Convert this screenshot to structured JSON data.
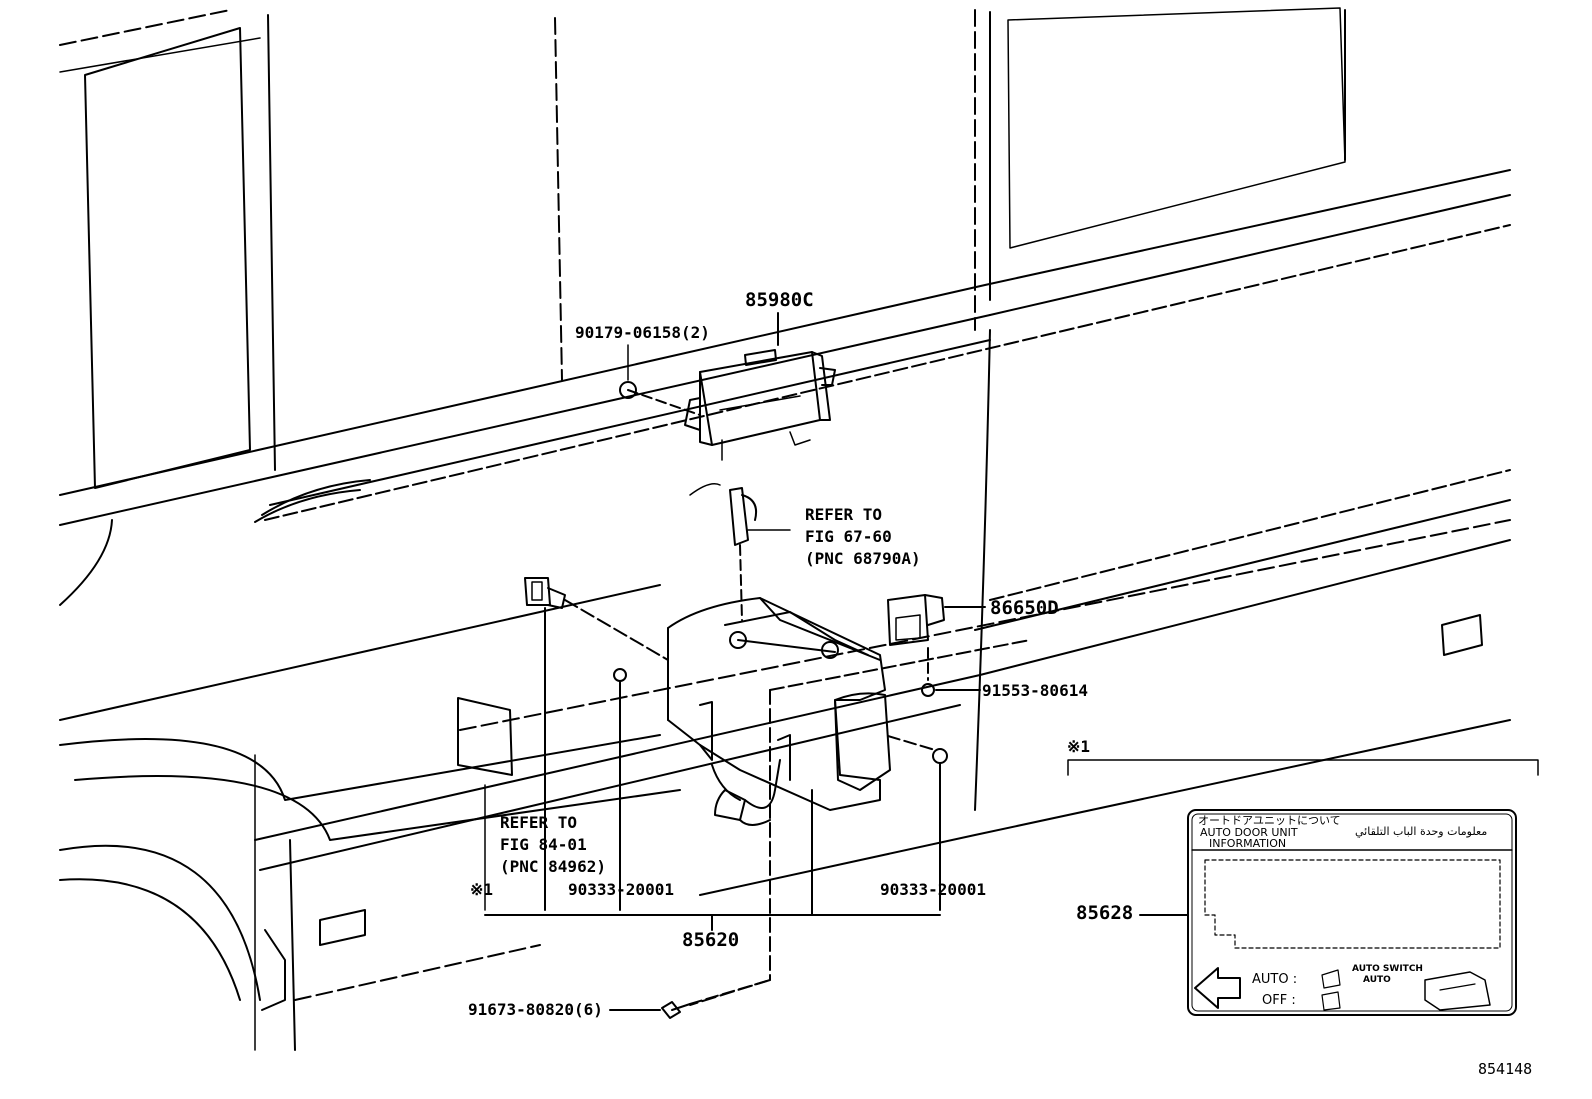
{
  "diagram_id": "854148",
  "callouts": {
    "p85980c": "85980C",
    "p90179": "90179-06158(2)",
    "p86650d": "86650D",
    "p91553": "91553-80614",
    "p85620": "85620",
    "p90333_left": "90333-20001",
    "p90333_right": "90333-20001",
    "p91673": "91673-80820(6)",
    "p85628": "85628"
  },
  "references": {
    "fig67": {
      "line1": "REFER TO",
      "line2": "FIG 67-60",
      "line3": "(PNC 68790A)"
    },
    "fig84": {
      "line1": "REFER TO",
      "line2": "FIG 84-01",
      "line3": "(PNC 84962)"
    }
  },
  "note_marks": {
    "left": "※1",
    "inset": "※1"
  },
  "label_inset": {
    "jp_title": "オートドアユニットについて",
    "en_title_1": "AUTO DOOR UNIT",
    "en_title_2": "INFORMATION",
    "ar_title": "معلومات وحدة الباب التلقائي",
    "auto_label": "AUTO :",
    "off_label": "OFF :",
    "switch_label": "AUTO SWITCH",
    "switch_auto": "AUTO"
  }
}
